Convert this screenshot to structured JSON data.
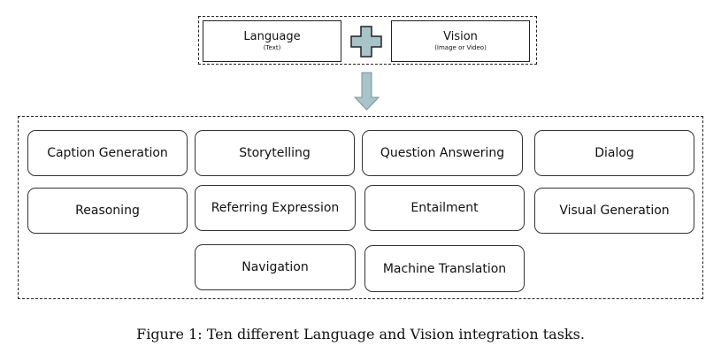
{
  "inputs": {
    "language": {
      "title": "Language",
      "subtitle": "(Text)"
    },
    "vision": {
      "title": "Vision",
      "subtitle": "(Image or Video)"
    },
    "combine_icon": "plus-icon",
    "flow_icon": "arrow-down-icon",
    "icon_color": "#a9c4c8"
  },
  "tasks": [
    "Caption Generation",
    "Storytelling",
    "Question Answering",
    "Dialog",
    "Reasoning",
    "Referring Expression",
    "Entailment",
    "Visual Generation",
    "Navigation",
    "Machine Translation"
  ],
  "caption": "Figure 1: Ten different Language and Vision integration tasks."
}
